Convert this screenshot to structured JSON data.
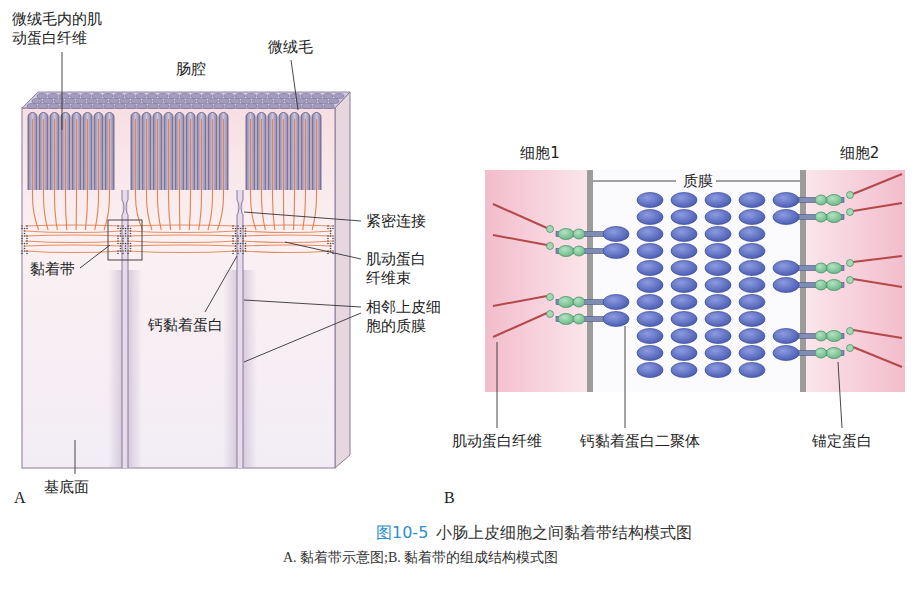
{
  "diagram": {
    "caption": "小肠上皮细胞之间黏着带结构模式图",
    "nodes": [
      {
        "text": [
          "细胞1"
        ]
      },
      {
        "text": [
          "细胞2"
        ]
      }
    ],
    "labels": [
      "微绒毛内的肌动蛋白纤维",
      "肠腔",
      "微绒毛",
      "紧密连接",
      "黏着带",
      "肌动蛋白纤维束",
      "钙黏着蛋白",
      "相邻上皮细胞的质膜",
      "基底面",
      "A",
      "质膜",
      "肌动蛋白纤维",
      "钙黏着蛋白二聚体",
      "锚定蛋白",
      "B",
      "图10-5",
      "A. 黏着带示意图;B. 黏着带的组成结构模式图"
    ]
  }
}
